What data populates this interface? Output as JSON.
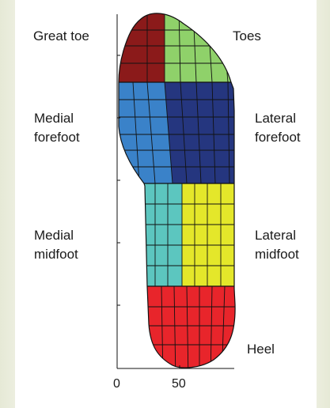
{
  "labels": {
    "great_toe": "Great toe",
    "toes": "Toes",
    "medial_forefoot_1": "Medial",
    "medial_forefoot_2": "forefoot",
    "lateral_forefoot_1": "Lateral",
    "lateral_forefoot_2": "forefoot",
    "medial_midfoot_1": "Medial",
    "medial_midfoot_2": "midfoot",
    "lateral_midfoot_1": "Lateral",
    "lateral_midfoot_2": "midfoot",
    "heel": "Heel"
  },
  "axis": {
    "x_ticks": [
      "0",
      "50"
    ]
  },
  "regions": [
    {
      "name": "great-toe",
      "color": "#8b1a1a"
    },
    {
      "name": "toes",
      "color": "#8fd16a"
    },
    {
      "name": "medial-forefoot",
      "color": "#3a82c9"
    },
    {
      "name": "lateral-forefoot",
      "color": "#25367f"
    },
    {
      "name": "medial-midfoot",
      "color": "#5cc6bf"
    },
    {
      "name": "lateral-midfoot",
      "color": "#e4e72a"
    },
    {
      "name": "heel",
      "color": "#e8252b"
    }
  ]
}
